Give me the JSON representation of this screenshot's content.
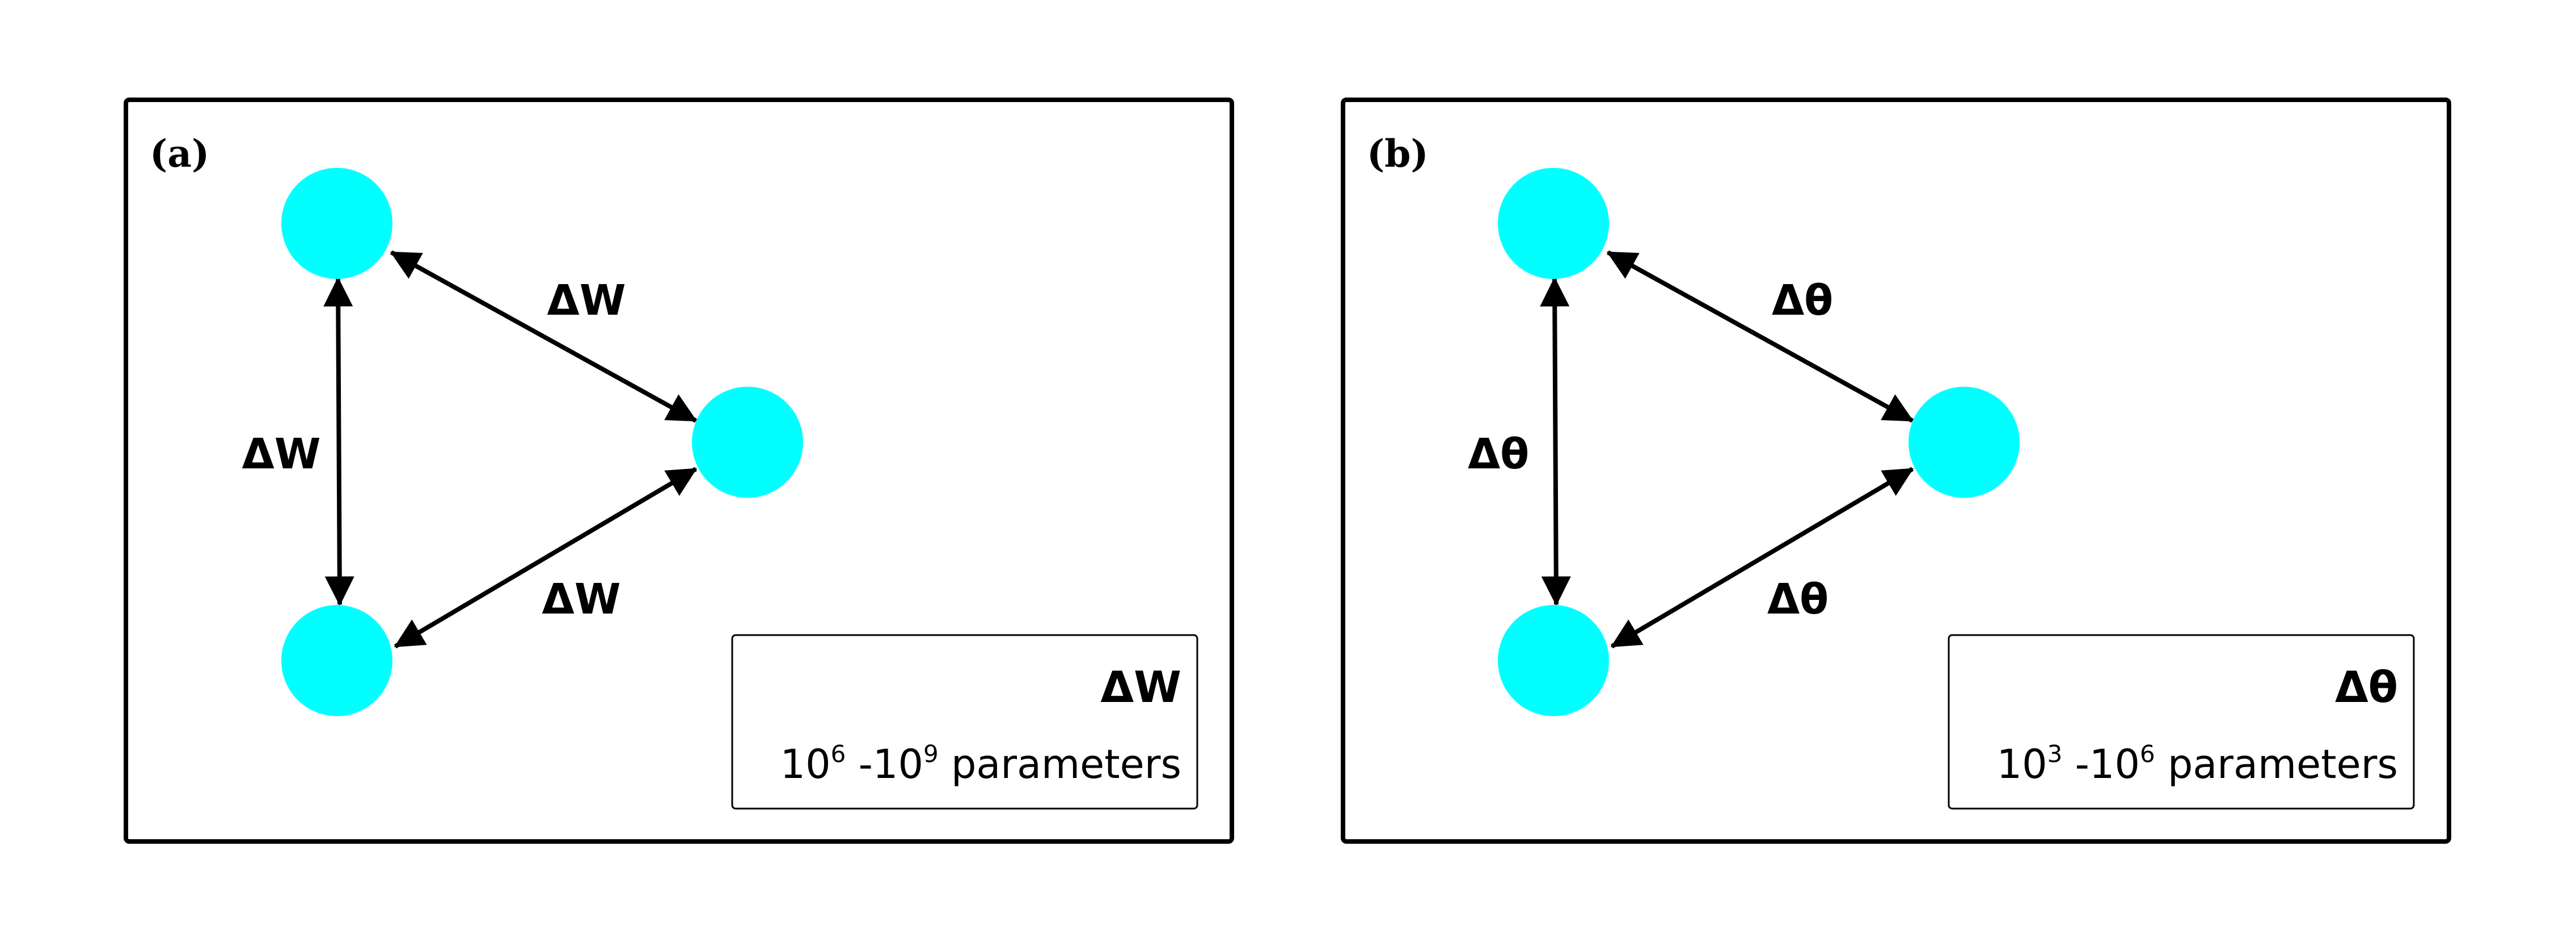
{
  "colors": {
    "node": "#00FFFF",
    "border": "#000000",
    "arrow": "#000000",
    "background": "#FFFFFF"
  },
  "panels": [
    {
      "label": "(a)",
      "edges": [
        {
          "from": "top",
          "to": "right",
          "label": "ΔW"
        },
        {
          "from": "top",
          "to": "bottom",
          "label": "ΔW"
        },
        {
          "from": "bottom",
          "to": "right",
          "label": "ΔW"
        }
      ],
      "legend": {
        "symbol": "ΔW",
        "range_base_1": "10",
        "range_exp_1": "6",
        "range_sep": " -",
        "range_base_2": "10",
        "range_exp_2": "9",
        "range_suffix": " parameters"
      }
    },
    {
      "label": "(b)",
      "edges": [
        {
          "from": "top",
          "to": "right",
          "label": "Δθ"
        },
        {
          "from": "top",
          "to": "bottom",
          "label": "Δθ"
        },
        {
          "from": "bottom",
          "to": "right",
          "label": "Δθ"
        }
      ],
      "legend": {
        "symbol": "Δθ",
        "range_base_1": "10",
        "range_exp_1": "3",
        "range_sep": " -",
        "range_base_2": "10",
        "range_exp_2": "6",
        "range_suffix": " parameters"
      }
    }
  ]
}
